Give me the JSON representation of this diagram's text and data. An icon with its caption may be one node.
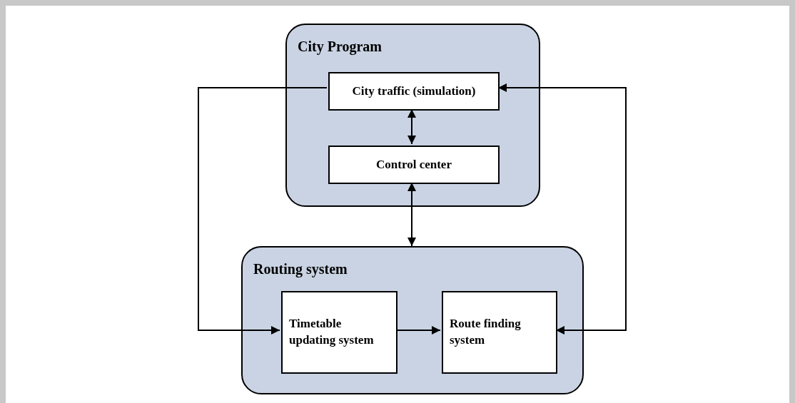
{
  "diagram": {
    "nodes": [
      {
        "text": [
          "City Program"
        ]
      },
      {
        "text": [
          "City traffic (simulation)"
        ],
        "in": 0
      },
      {
        "text": [
          "Control center"
        ],
        "in": 0
      },
      {
        "text": [
          "Routing system"
        ]
      },
      {
        "text": [
          "Timetable updating system"
        ],
        "in": 3
      },
      {
        "text": [
          "Route finding system"
        ],
        "in": 3
      }
    ],
    "edges": [
      {
        "from": 1,
        "to": 2,
        "arrow": "both"
      },
      {
        "from": 2,
        "to": 3,
        "arrow": "both"
      },
      {
        "from": 1,
        "to": 4,
        "arrow": "to"
      },
      {
        "from": 5,
        "to": 1,
        "arrow": "both"
      },
      {
        "from": 4,
        "to": 5,
        "arrow": "to"
      }
    ]
  }
}
